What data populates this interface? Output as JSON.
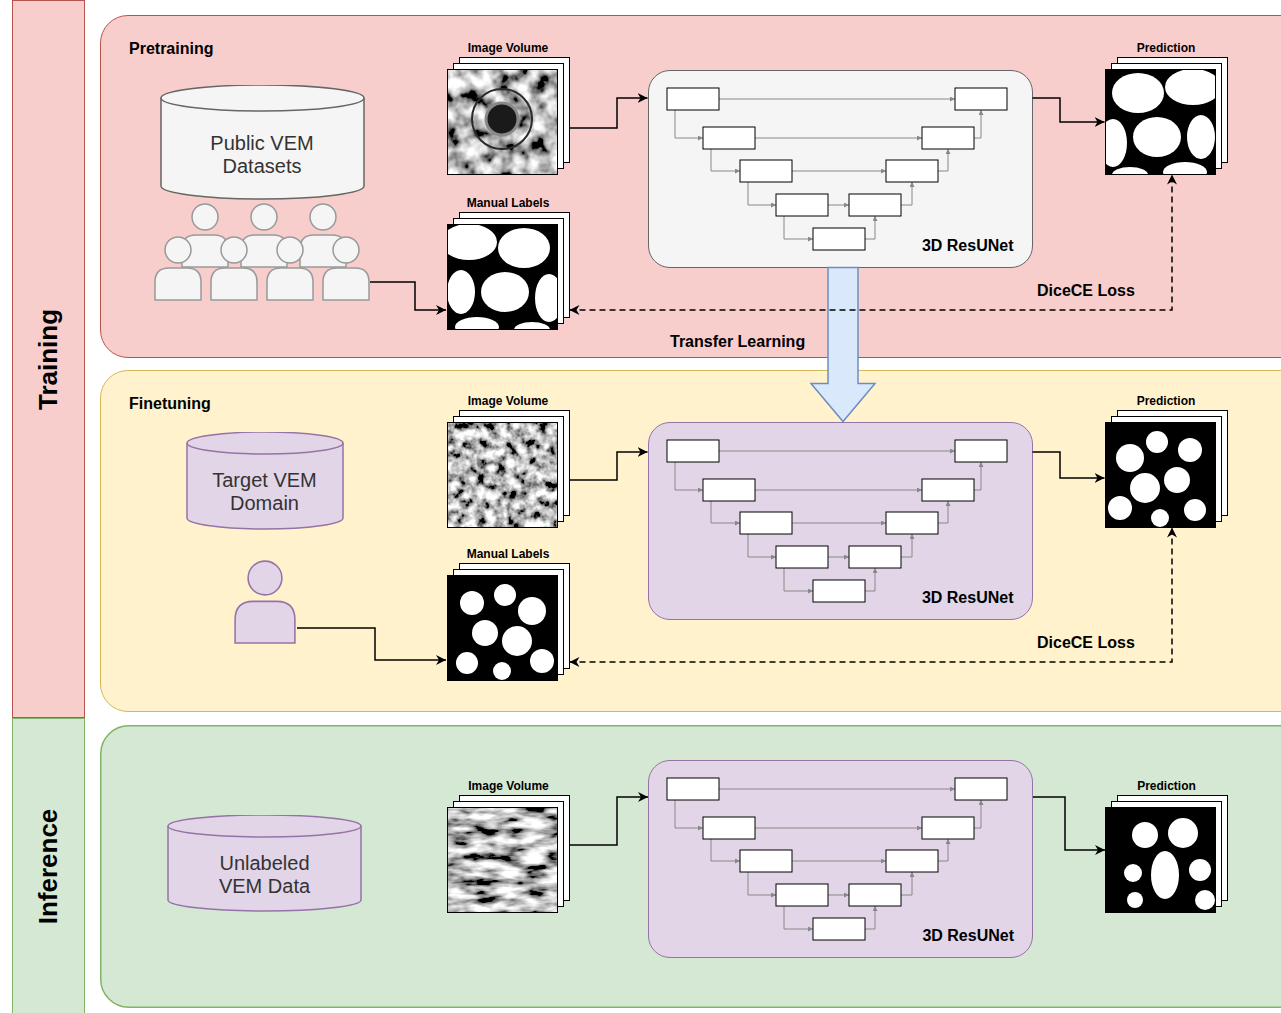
{
  "diagram": {
    "nodes": [
      {
        "text": [
          "Training"
        ]
      },
      {
        "text": [
          "Inference"
        ]
      },
      {
        "text": [
          "Pretraining"
        ]
      },
      {
        "text": [
          "Public VEM Datasets"
        ],
        "in": 2
      },
      {
        "text": [
          "Image Volume"
        ],
        "in": 2
      },
      {
        "text": [
          "Manual Labels"
        ],
        "in": 2
      },
      {
        "text": [
          "3D ResUNet"
        ],
        "in": 2
      },
      {
        "text": [
          "Prediction"
        ],
        "in": 2
      },
      {
        "text": [
          "Finetuning"
        ]
      },
      {
        "text": [
          "Target VEM Domain"
        ],
        "in": 8
      },
      {
        "text": [
          "Image Volume"
        ],
        "in": 8
      },
      {
        "text": [
          "Manual Labels"
        ],
        "in": 8
      },
      {
        "text": [
          "3D ResUNet"
        ],
        "in": 8
      },
      {
        "text": [
          "Prediction"
        ],
        "in": 8
      },
      {
        "text": [
          "Unlabeled VEM Data"
        ]
      },
      {
        "text": [
          "Image Volume"
        ]
      },
      {
        "text": [
          "3D ResUNet"
        ]
      },
      {
        "text": [
          "Prediction"
        ]
      }
    ],
    "edges": [
      {
        "from": 4,
        "to": 6,
        "arrow": "to"
      },
      {
        "from": 6,
        "to": 7,
        "arrow": "to"
      },
      {
        "from": 5,
        "to": 7,
        "label": "DiceCE Loss",
        "arrow": "both"
      },
      {
        "from": 6,
        "to": 12,
        "label": "Transfer Learning",
        "arrow": "to"
      },
      {
        "from": 10,
        "to": 12,
        "arrow": "to"
      },
      {
        "from": 12,
        "to": 13,
        "arrow": "to"
      },
      {
        "from": 11,
        "to": 13,
        "label": "DiceCE Loss",
        "arrow": "both"
      },
      {
        "from": 15,
        "to": 16,
        "arrow": "to"
      },
      {
        "from": 16,
        "to": 17,
        "arrow": "to"
      }
    ]
  }
}
